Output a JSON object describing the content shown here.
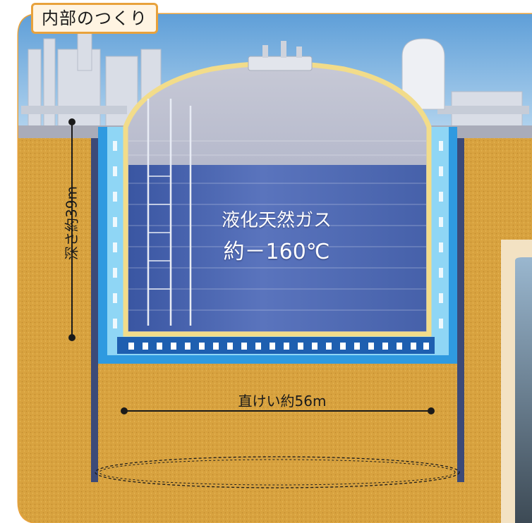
{
  "section_title": "内部のつくり",
  "tank": {
    "contents": "液化天然ガス",
    "temperature": "約－160℃"
  },
  "dimensions": {
    "diameter": "直けい約56m",
    "depth": "深さ約39m"
  },
  "colors": {
    "frame_border": "#e8a23c",
    "ground": "#d9a441",
    "lng_fill": "#3f5ba8",
    "wall_blue": "#2f9ae0",
    "wall_cyan": "#8fd6f5",
    "liner_cream": "#f2dc8a",
    "sky": "#7eb6e3"
  }
}
